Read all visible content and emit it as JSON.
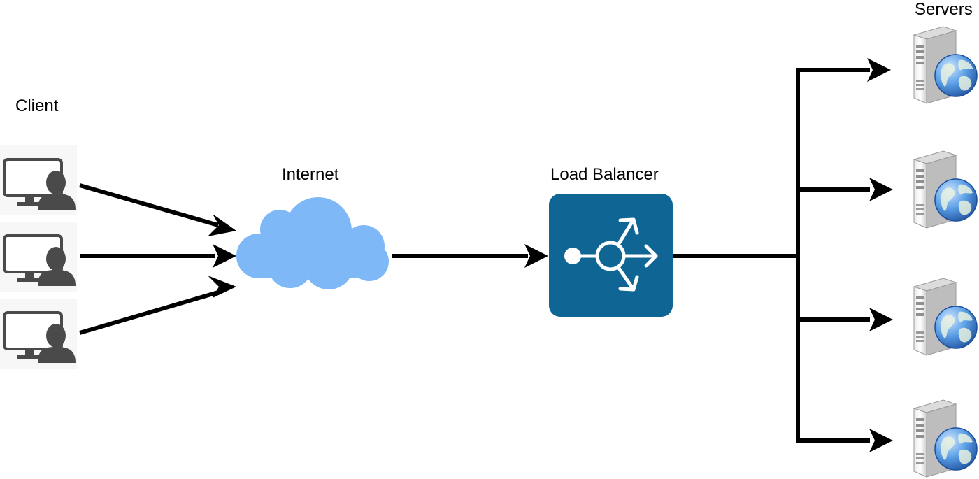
{
  "labels": {
    "client": "Client",
    "internet": "Internet",
    "load_balancer": "Load Balancer",
    "servers": "Servers"
  },
  "colors": {
    "arrow": "#000000",
    "cloud": "#7eb8f7",
    "load_balancer_bg": "#0f6594",
    "user_icon": "#4a4a4a",
    "globe": "#3f86d8"
  },
  "nodes": {
    "clients": [
      {
        "icon": "desktop-user-icon"
      },
      {
        "icon": "desktop-user-icon"
      },
      {
        "icon": "desktop-user-icon"
      }
    ],
    "internet": {
      "icon": "cloud-icon"
    },
    "load_balancer": {
      "icon": "load-balancer-icon"
    },
    "servers": [
      {
        "icon": "web-server-icon"
      },
      {
        "icon": "web-server-icon"
      },
      {
        "icon": "web-server-icon"
      },
      {
        "icon": "web-server-icon"
      }
    ]
  }
}
